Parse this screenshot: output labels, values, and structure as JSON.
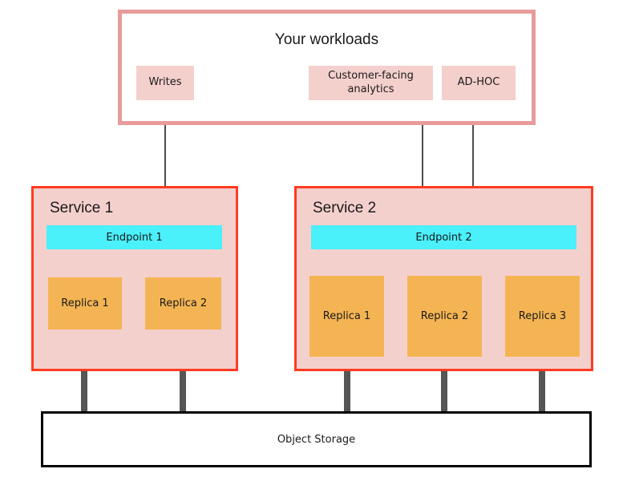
{
  "diagram": {
    "title": "Your workloads",
    "workloads": [
      {
        "label": "Writes"
      },
      {
        "label": "Customer-facing analytics"
      },
      {
        "label": "AD-HOC"
      }
    ],
    "services": [
      {
        "title": "Service 1",
        "endpoint": "Endpoint 1",
        "replicas": [
          {
            "label": "Replica 1"
          },
          {
            "label": "Replica 2"
          }
        ]
      },
      {
        "title": "Service 2",
        "endpoint": "Endpoint 2",
        "replicas": [
          {
            "label": "Replica 1"
          },
          {
            "label": "Replica 2"
          },
          {
            "label": "Replica 3"
          }
        ]
      }
    ],
    "storage": {
      "label": "Object Storage"
    },
    "colors": {
      "workload_border": "#E89B9B",
      "workload_chip": "#F4D0CD",
      "service_border": "#FF3B21",
      "service_background": "#F4D0CD",
      "endpoint": "#4AF0FA",
      "replica": "#F5B453",
      "connector": "#555555",
      "arrow": "#4D4D4D",
      "storage_border": "#000000",
      "text": "#1A1A1A"
    }
  }
}
